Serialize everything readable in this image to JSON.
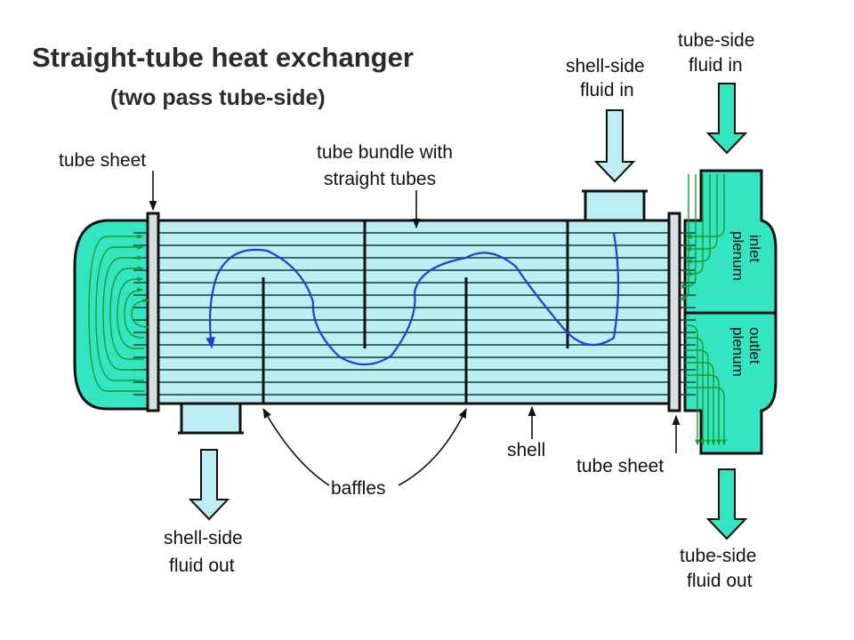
{
  "title": "Straight-tube heat exchanger",
  "subtitle": "(two pass tube-side)",
  "labels": {
    "tube_sheet_left": "tube sheet",
    "tube_bundle_line1": "tube bundle with",
    "tube_bundle_line2": "straight tubes",
    "shell_side_in_line1": "shell-side",
    "shell_side_in_line2": "fluid in",
    "tube_side_in_line1": "tube-side",
    "tube_side_in_line2": "fluid in",
    "inlet_plenum_line1": "inlet",
    "inlet_plenum_line2": "plenum",
    "outlet_plenum_line1": "outlet",
    "outlet_plenum_line2": "plenum",
    "shell": "shell",
    "tube_sheet_right": "tube sheet",
    "baffles": "baffles",
    "shell_side_out_line1": "shell-side",
    "shell_side_out_line2": "fluid out",
    "tube_side_out_line1": "tube-side",
    "tube_side_out_line2": "fluid out"
  },
  "colors": {
    "tube_fluid": "#33e6c1",
    "shell_fluid": "#bdeef3",
    "tube_line": "#1f5a50",
    "flow_arrow": "#1b9a2e",
    "shell_flow": "#1d3fd6",
    "outline": "#111111"
  }
}
